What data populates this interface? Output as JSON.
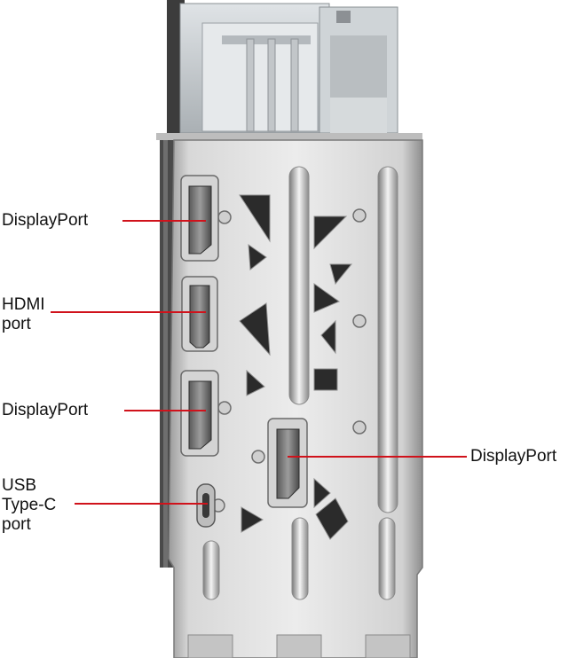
{
  "colors": {
    "leader_line": "#d0121b",
    "bracket_light": "#e4e4e4",
    "bracket_mid": "#b9b9b9",
    "bracket_dark": "#7d7d7d",
    "port_body": "#3a3a3a",
    "heatsink": "#c9cdd0"
  },
  "callouts": [
    {
      "id": "dp1",
      "lines": [
        "DisplayPort"
      ],
      "icon": "displayport-icon"
    },
    {
      "id": "hdmi",
      "lines": [
        "HDMI",
        "port"
      ],
      "icon": "hdmi-icon"
    },
    {
      "id": "dp2",
      "lines": [
        "DisplayPort"
      ],
      "icon": "displayport-icon"
    },
    {
      "id": "usbc",
      "lines": [
        "USB",
        "Type-C",
        "port"
      ],
      "icon": "usb-c-icon"
    },
    {
      "id": "dp3",
      "lines": [
        "DisplayPort"
      ],
      "icon": "displayport-icon"
    }
  ]
}
